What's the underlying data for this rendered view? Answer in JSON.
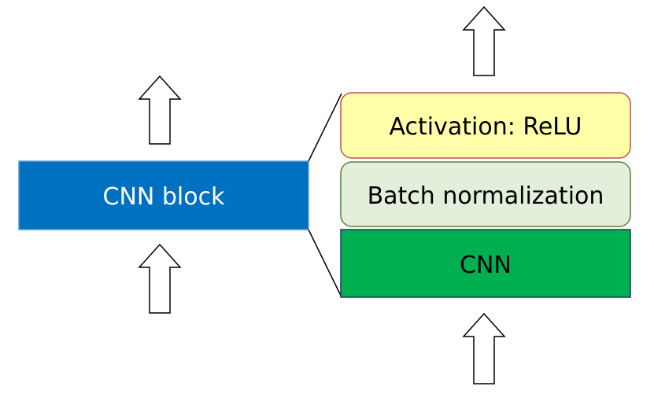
{
  "blocks": {
    "cnn_block": {
      "label": "CNN block",
      "fill": "#0070C0",
      "stroke": "#5B9BD5",
      "text_color": "#ffffff"
    },
    "activation": {
      "label": "Activation: ReLU",
      "fill": "#FFFFAA",
      "stroke": "#C0504D",
      "text_color": "#000000"
    },
    "batch_norm": {
      "label": "Batch normalization",
      "fill": "#E2EFDA",
      "stroke": "#548235",
      "text_color": "#000000"
    },
    "cnn": {
      "label": "CNN",
      "fill": "#00B050",
      "stroke": "#1F3864",
      "text_color": "#000000"
    }
  },
  "arrows": {
    "fill": "#ffffff",
    "stroke": "#000000"
  },
  "connectors": {
    "stroke": "#000000"
  }
}
